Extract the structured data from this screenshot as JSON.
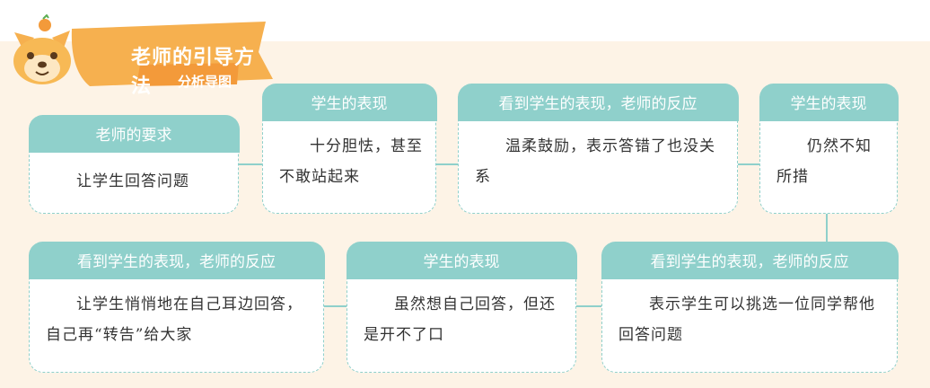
{
  "header": {
    "title": "老师的引导方法",
    "subtitle": "分析导图"
  },
  "cards": [
    {
      "head": "老师的要求",
      "body": "让学生回答问题"
    },
    {
      "head": "学生的表现",
      "body": "十分胆怯，甚至不敢站起来"
    },
    {
      "head": "看到学生的表现，老师的反应",
      "body": "温柔鼓励，表示答错了也没关系"
    },
    {
      "head": "学生的表现",
      "body": "仍然不知所措"
    },
    {
      "head": "看到学生的表现，老师的反应",
      "body": "表示学生可以挑选一位同学帮他回答问题"
    },
    {
      "head": "学生的表现",
      "body": "虽然想自己回答，但还是开不了口"
    },
    {
      "head": "看到学生的表现，老师的反应",
      "body": "让学生悄悄地在自己耳边回答，自己再“转告”给大家"
    }
  ],
  "colors": {
    "header_orange": "#f6b04f",
    "card_teal": "#8fd0cb",
    "background": "#fdf3e6"
  }
}
